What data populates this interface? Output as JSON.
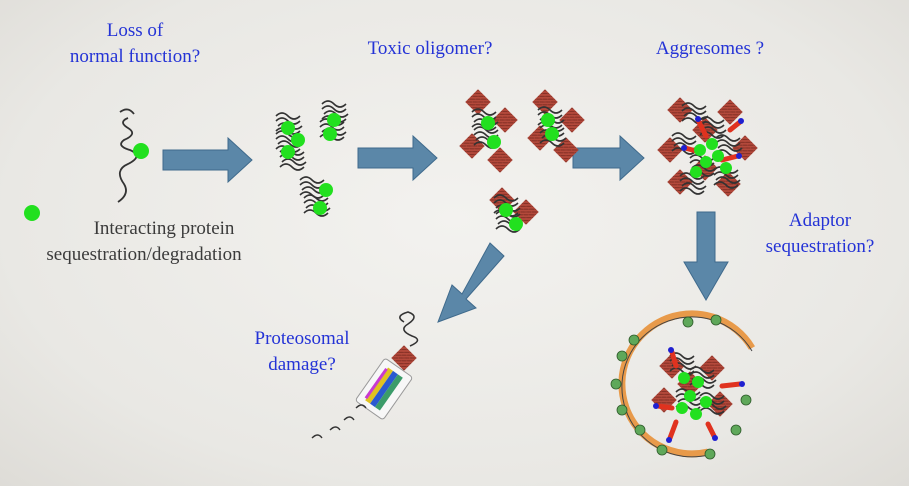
{
  "labels": {
    "loss_of_normal_function": [
      "Loss of",
      "normal function?"
    ],
    "toxic_oligomer": "Toxic oligomer?",
    "aggresomes": "Aggresomes ?",
    "adaptor_sequestration": [
      "Adaptor",
      "sequestration?"
    ],
    "proteosomal_damage": [
      "Proteosomal",
      "damage?"
    ],
    "interacting_protein": [
      "Interacting protein",
      "sequestration/degradation"
    ]
  },
  "colors": {
    "label_text": "#2433d6",
    "legend_text": "#3b3b3b",
    "arrow": "#5b87a8",
    "protein_dot": "#22e01f",
    "oligomer_block": "#b4493b",
    "phagophore": "#e89a4a",
    "adaptor_red": "#e0321f",
    "adaptor_blue": "#2020d0",
    "membrane_bump": "#5fa85a"
  },
  "icons": [
    "protein-coil-icon",
    "protein-dot-icon",
    "aggregate-cluster-icon",
    "oligomer-icon",
    "aggresome-icon",
    "autophagosome-icon",
    "proteasome-icon",
    "process-arrow-icon"
  ]
}
